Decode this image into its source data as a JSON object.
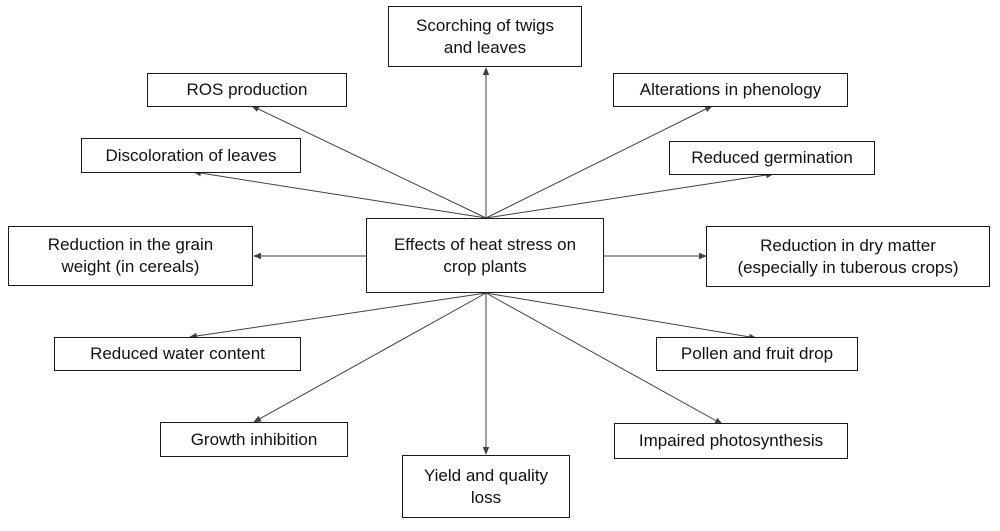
{
  "diagram": {
    "center": "Effects of heat stress on\ncrop plants",
    "effects": {
      "scorching": "Scorching of twigs\nand leaves",
      "ros": "ROS production",
      "phenology": "Alterations in phenology",
      "discoloration": "Discoloration of leaves",
      "germination": "Reduced germination",
      "grain_weight": "Reduction in the grain\nweight (in cereals)",
      "dry_matter": "Reduction in dry matter\n(especially in tuberous crops)",
      "water_content": "Reduced water content",
      "pollen_fruit": "Pollen and fruit drop",
      "growth": "Growth inhibition",
      "photosynthesis": "Impaired photosynthesis",
      "yield": "Yield and quality\nloss"
    }
  }
}
